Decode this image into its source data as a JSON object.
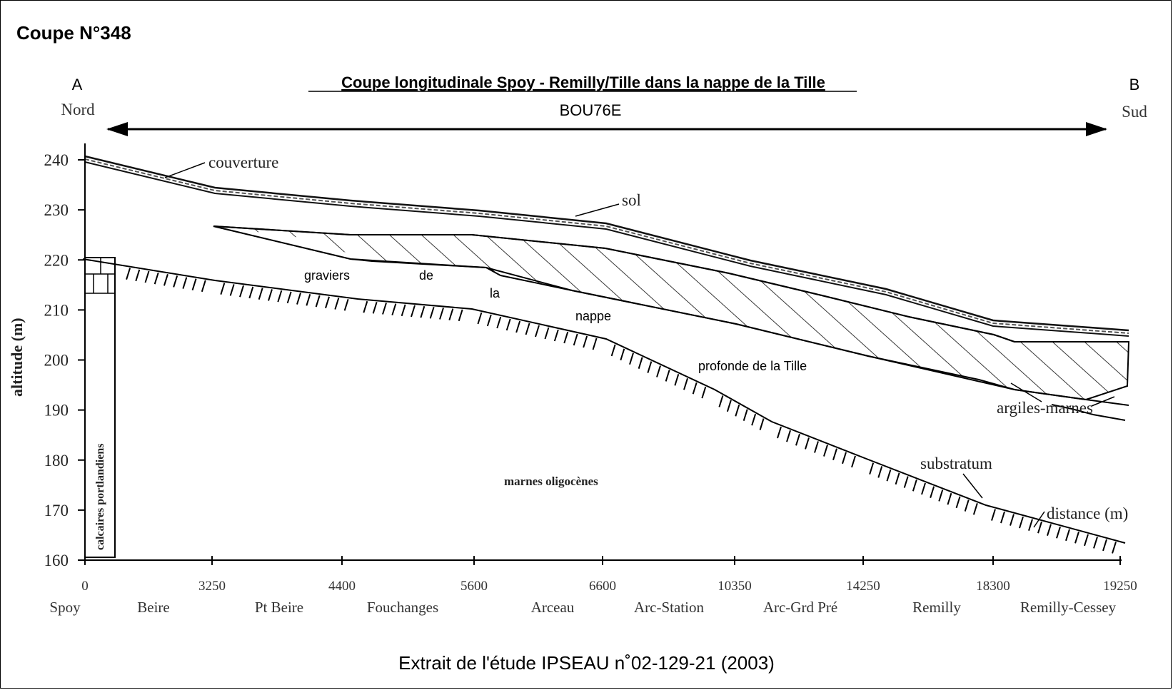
{
  "header": {
    "title": "Coupe N°348"
  },
  "section": {
    "title": "Coupe longitudinale Spoy - Remilly/Tille dans la nappe de la Tille",
    "left_end": {
      "letter": "A",
      "direction": "Nord"
    },
    "right_end": {
      "letter": "B",
      "direction": "Sud"
    },
    "arrow_label": "BOU76E"
  },
  "axis": {
    "y_label": "altitude (m)",
    "y_ticks": [
      "240",
      "230",
      "220",
      "210",
      "200",
      "190",
      "180",
      "170",
      "160"
    ],
    "x_label": "distance (m)",
    "x_ticks": [
      "0",
      "3250",
      "4400",
      "5600",
      "6600",
      "10350",
      "14250",
      "18300",
      "19250"
    ]
  },
  "places": [
    "Spoy",
    "Beire",
    "Pt Beire",
    "Fouchanges",
    "Arceau",
    "Arc-Station",
    "Arc-Grd Pré",
    "Remilly",
    "Remilly-Cessey"
  ],
  "layers": {
    "couverture": "couverture",
    "sol": "sol",
    "graviers": [
      "graviers",
      "de",
      "la",
      "nappe",
      "profonde de la Tille"
    ],
    "argiles": "argiles-marnes",
    "substratum": "substratum",
    "marnes": "marnes oligocènes",
    "calcaires": "calcaires portlandiens"
  },
  "footer": {
    "caption": "Extrait de l'étude IPSEAU n˚02-129-21 (2003)"
  }
}
